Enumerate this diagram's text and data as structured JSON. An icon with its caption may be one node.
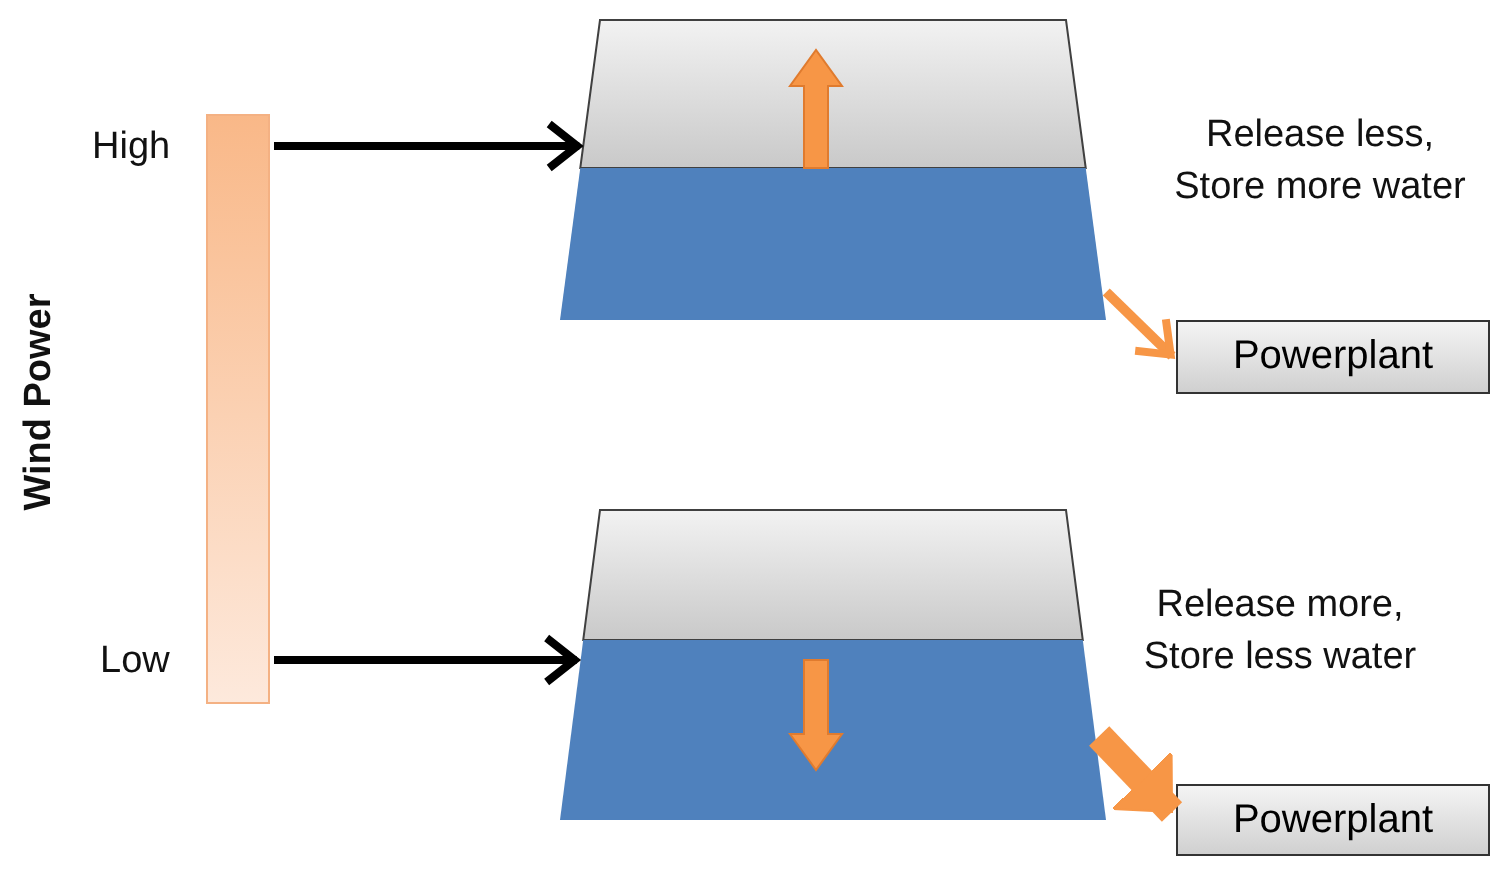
{
  "diagram": {
    "nodes": [
      {
        "text": [],
        "shape": "bar",
        "beside": [
          "Wind Power",
          "High",
          "Low"
        ]
      },
      {
        "text": [],
        "shape": "trapezoid",
        "beside": [
          "Release less, Store more water"
        ]
      },
      {
        "text": [
          "Powerplant"
        ]
      },
      {
        "text": [],
        "shape": "trapezoid",
        "beside": [
          "Release more, Store less water"
        ]
      },
      {
        "text": [
          "Powerplant"
        ]
      }
    ],
    "edges": [
      {
        "from": 0,
        "to": 1,
        "arrow": "to"
      },
      {
        "from": 1,
        "to": 2,
        "arrow": "to",
        "color": "#f79646"
      },
      {
        "from": 0,
        "to": 3,
        "arrow": "to"
      },
      {
        "from": 3,
        "to": 4,
        "arrow": "to",
        "color": "#f79646",
        "style": "thick"
      }
    ]
  }
}
